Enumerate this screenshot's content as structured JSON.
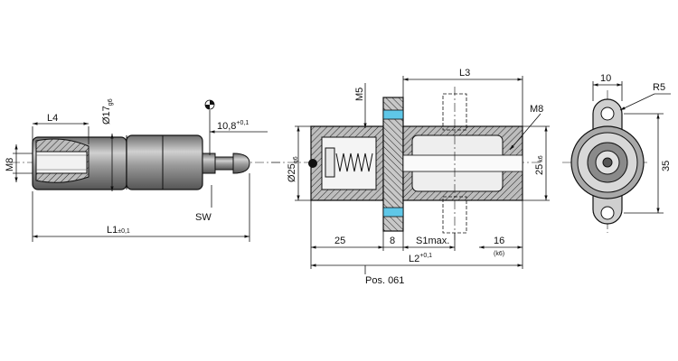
{
  "colors": {
    "body": "#9c9c9c",
    "body_light": "#d6d6d6",
    "hatch_bg": "#bdbdbd",
    "seal": "#5fc7e8",
    "ink": "#111111"
  },
  "left_view": {
    "L4": "L4",
    "dia17": "Ø17",
    "dia17_tol": "g6",
    "M8": "M8",
    "offset": "10,8",
    "offset_tol": "+0,1",
    "SW": "SW",
    "L1": "L1",
    "L1_tol": "±0,1"
  },
  "middle_view": {
    "M5": "M5",
    "L3": "L3",
    "M8": "M8",
    "dia25": "Ø25",
    "dia25_tol": "g6",
    "right25": "25",
    "right25_tol": "k6",
    "d25": "25",
    "d8": "8",
    "s1": "S1max.",
    "d16": "16",
    "d16_tol": "(k6)",
    "L2": "L2",
    "L2_tol": "+0,1",
    "pos": "Pos. 061"
  },
  "right_view": {
    "d10": "10",
    "R5": "R5",
    "d35": "35"
  }
}
